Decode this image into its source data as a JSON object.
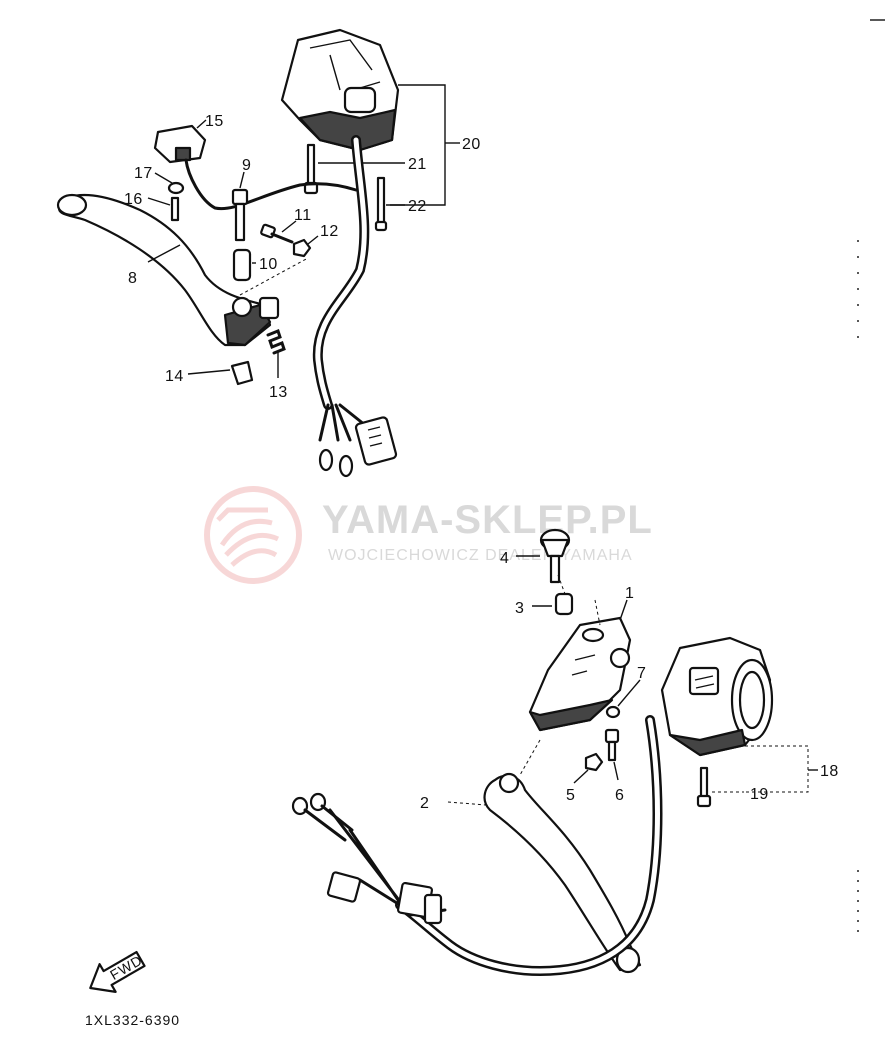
{
  "parts": {
    "p1": "1",
    "p2": "2",
    "p3": "3",
    "p4": "4",
    "p5": "5",
    "p6": "6",
    "p7": "7",
    "p8": "8",
    "p9": "9",
    "p10": "10",
    "p11": "11",
    "p12": "12",
    "p13": "13",
    "p14": "14",
    "p15": "15",
    "p16": "16",
    "p17": "17",
    "p18": "18",
    "p19": "19",
    "p20": "20",
    "p21": "21",
    "p22": "22"
  },
  "watermark": {
    "title": "YAMA-SKLEP.PL",
    "subtitle": "WOJCIECHOWICZ DEALER YAMAHA",
    "logo_color": "#f2b8b8"
  },
  "drawing_code": "1XL332-6390",
  "front_arrow": "FWD"
}
